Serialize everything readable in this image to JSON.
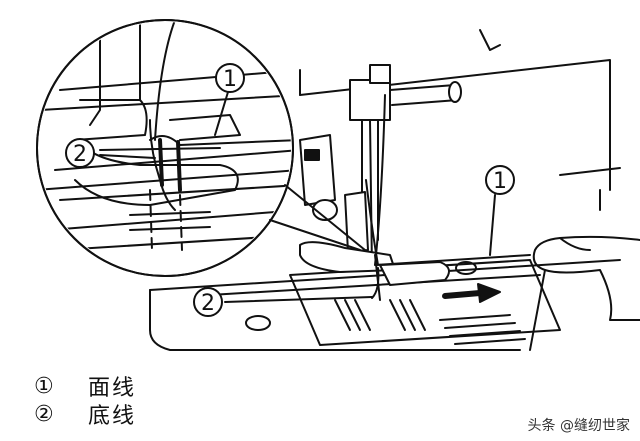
{
  "callouts": [
    {
      "marker": "1",
      "label": "面线"
    },
    {
      "marker": "2",
      "label": "底线"
    }
  ],
  "legend": [
    {
      "marker": "①",
      "label": "面线"
    },
    {
      "marker": "②",
      "label": "底线"
    }
  ],
  "watermark": "头条 @缝纫世家",
  "colors": {
    "line": "#111111",
    "background": "#ffffff"
  }
}
